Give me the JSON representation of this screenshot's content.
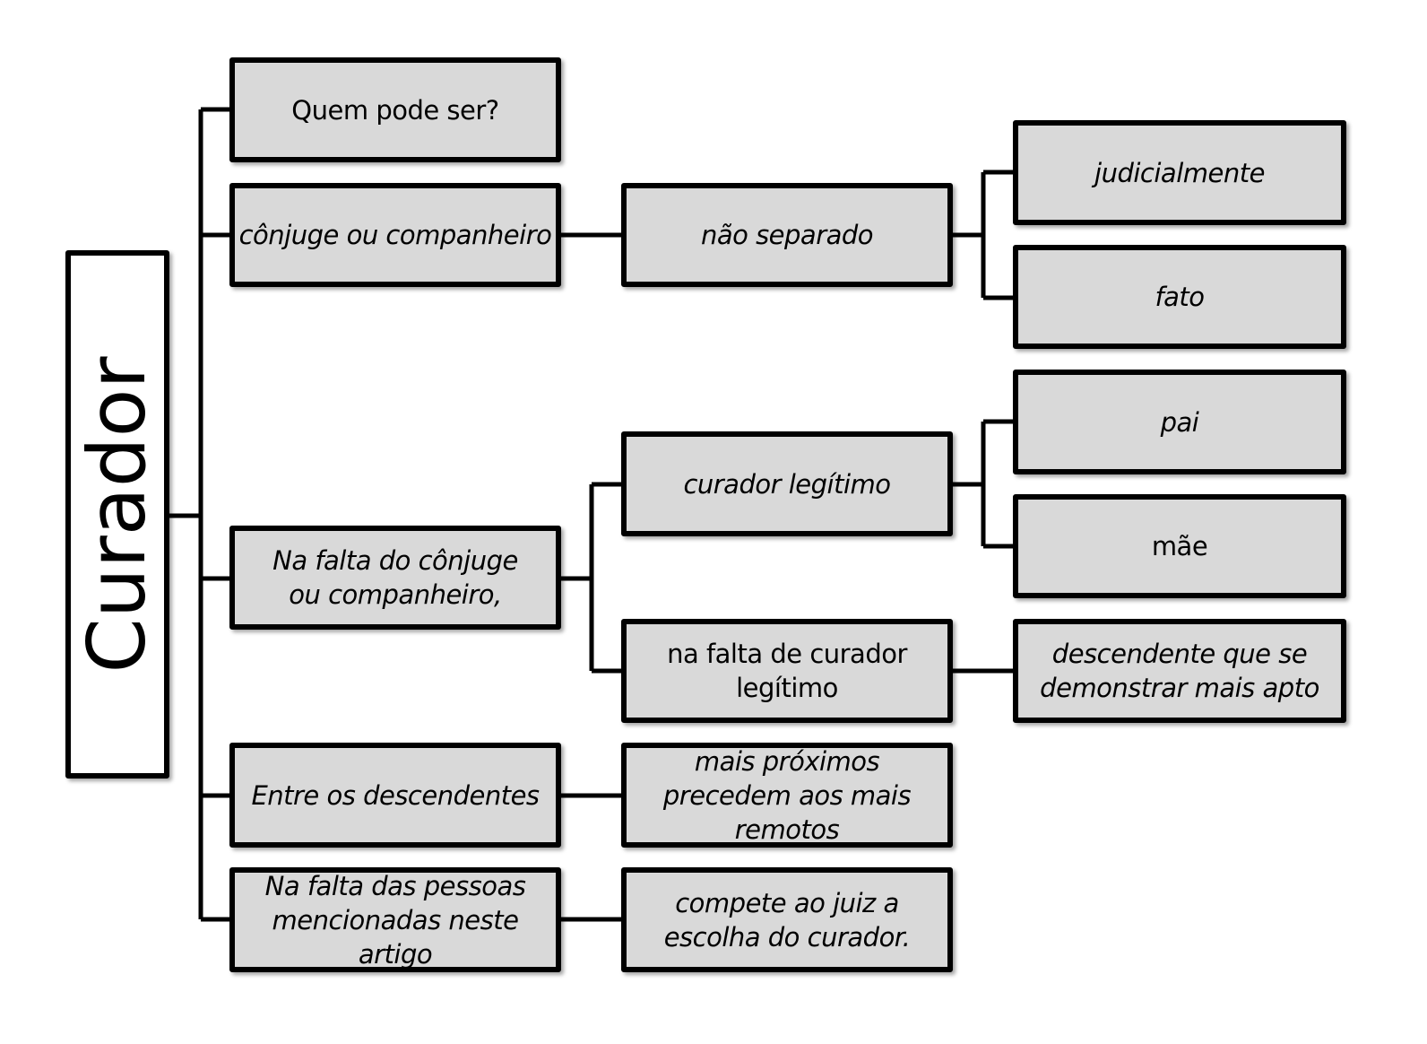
{
  "diagram": {
    "root": {
      "label": "Curador"
    },
    "nodes": {
      "quem": "Quem pode ser?",
      "conjuge": "cônjuge ou companheiro",
      "nao_separado": "não separado",
      "judicialmente": "judicialmente",
      "fato": "fato",
      "na_falta_conjuge": "Na falta do cônjuge ou companheiro,",
      "curador_legitimo": "curador legítimo",
      "pai": "pai",
      "mae": "mãe",
      "na_falta_curador": "na falta de curador legítimo",
      "descendente_apto": "descendente que se demonstrar mais apto",
      "entre_descendentes": "Entre os descendentes",
      "mais_proximos": "mais próximos precedem aos mais remotos",
      "na_falta_pessoas": "Na falta das pessoas mencionadas neste artigo",
      "compete_juiz": "compete ao juiz a escolha do curador."
    },
    "colors": {
      "box_fill": "#d9d9d9",
      "border": "#000000",
      "root_fill": "#ffffff"
    }
  }
}
